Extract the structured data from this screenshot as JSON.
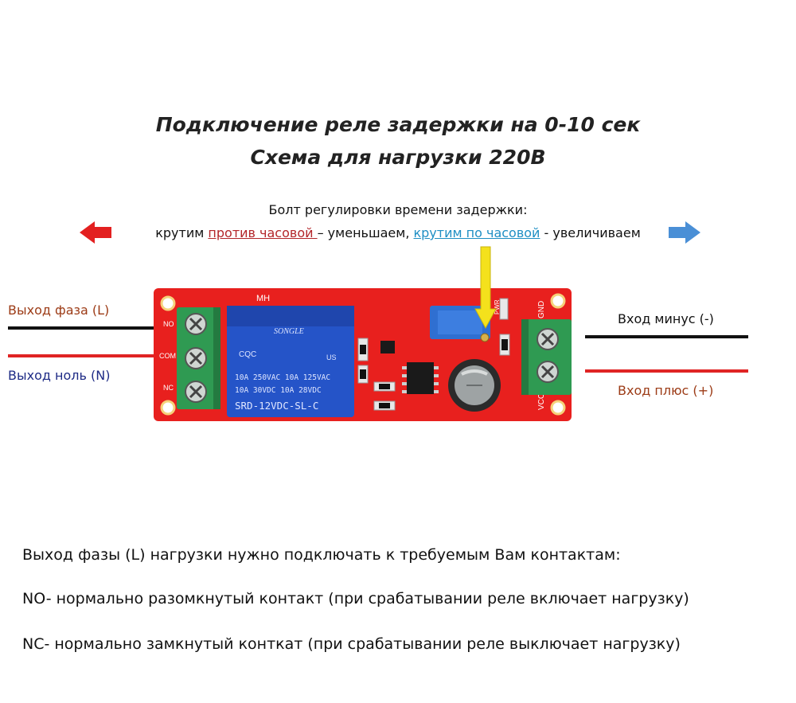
{
  "title": {
    "line1": "Подключение реле задержки на 0-10 сек",
    "line2": "Схема для нагрузки 220В"
  },
  "hint": {
    "line1": "Болт регулировки времени задержки:",
    "prefix": "крутим ",
    "ccw": "против часовой ",
    "mid": "– уменьшаем, ",
    "cw": "крутим по часовой",
    "suffix": " - увеличиваем"
  },
  "labels": {
    "phase_out": "Выход фаза (L)",
    "neutral_out": "Выход ноль (N)",
    "minus_in": "Вход минус (-)",
    "plus_in": "Вход плюс (+)"
  },
  "board": {
    "mh": "MH",
    "no": "NO",
    "com": "COM",
    "nc": "NC",
    "gnd": "GND",
    "vcc": "VCC",
    "pwr": "PWR",
    "relay_brand": "SONGLE",
    "relay_spec1": "10A 250VAC  10A 125VAC",
    "relay_spec2": "10A 30VDC  10A 28VDC",
    "relay_model": "SRD-12VDC-SL-C",
    "cqc": "CQC",
    "us": "US"
  },
  "notes": {
    "line1": "Выход фазы (L) нагрузки нужно подключать к требуемым Вам контактам:",
    "line2": "NO- нормально разомкнутый контакт (при срабатывании реле включает нагрузку)",
    "line3": "NC- нормально замкнутый конткат (при срабатывании реле выключает нагрузку)"
  },
  "colors": {
    "pcb": "#e8201e",
    "terminal": "#2f9a52",
    "relay": "#2554c8",
    "arrow_left": "#e32020",
    "arrow_right": "#4a8fd6",
    "pointer": "#f4e11c"
  }
}
